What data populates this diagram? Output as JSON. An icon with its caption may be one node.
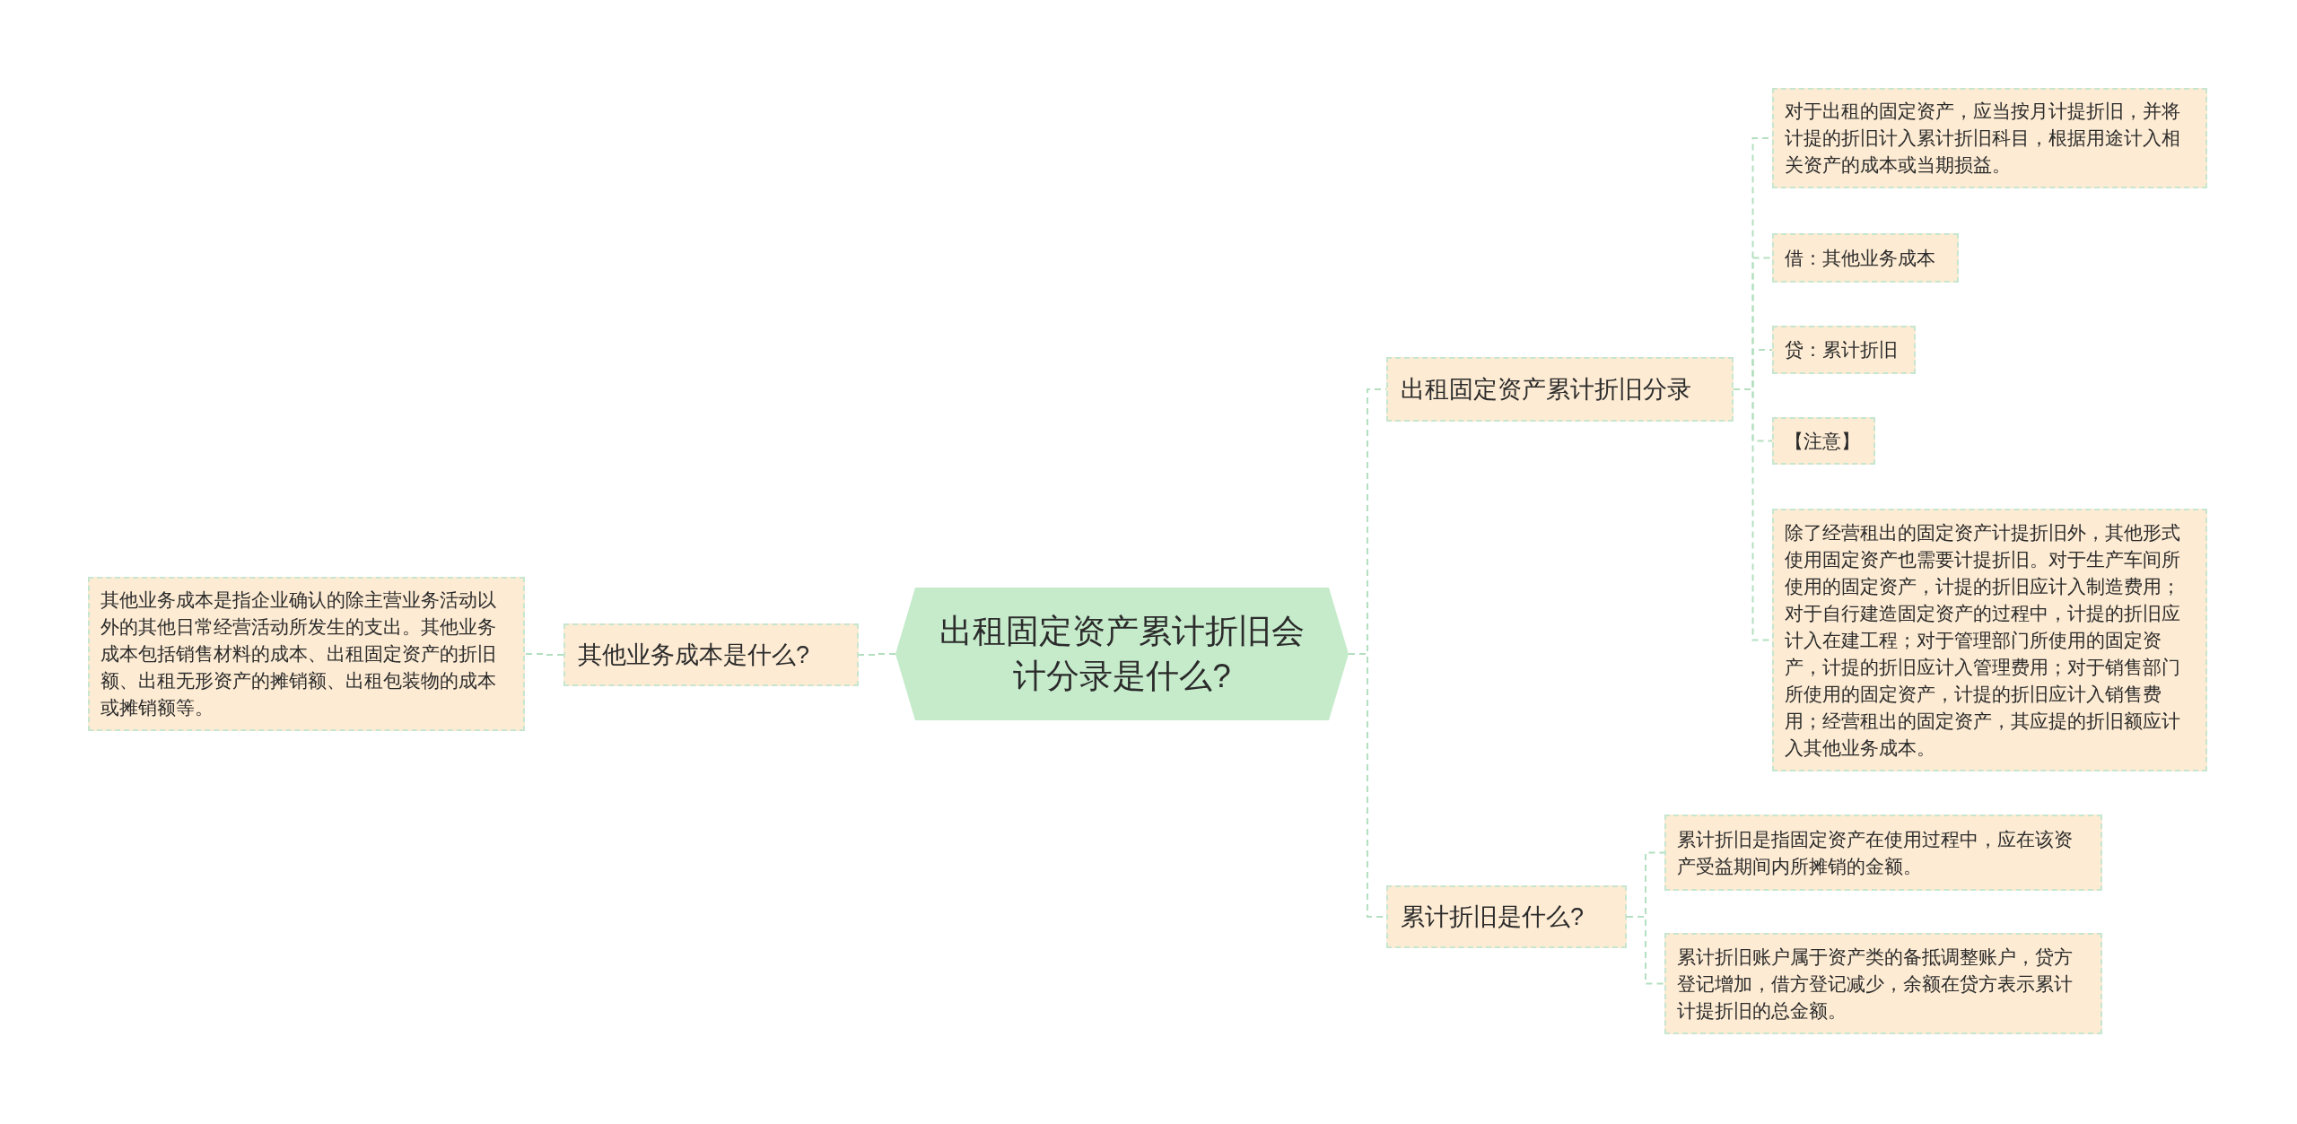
{
  "diagram": {
    "nodes": [
      {
        "text": [
          "出租固定资产累计折旧会计分录是什么?"
        ]
      },
      {
        "text": [
          "其他业务成本是什么?"
        ]
      },
      {
        "text": [
          "其他业务成本是指企业确认的除主营业务活动以外的其他日常经营活动所发生的支出。其他业务成本包括销售材料的成本、出租固定资产的折旧额、出租无形资产的摊销额、出租包装物的成本或摊销额等。"
        ]
      },
      {
        "text": [
          "出租固定资产累计折旧分录"
        ]
      },
      {
        "text": [
          "对于出租的固定资产，应当按月计提折旧，并将计提的折旧计入累计折旧科目，根据用途计入相关资产的成本或当期损益。"
        ]
      },
      {
        "text": [
          "借：其他业务成本"
        ]
      },
      {
        "text": [
          "贷：累计折旧"
        ]
      },
      {
        "text": [
          "【注意】"
        ]
      },
      {
        "text": [
          "除了经营租出的固定资产计提折旧外，其他形式使用固定资产也需要计提折旧。对于生产车间所使用的固定资产，计提的折旧应计入制造费用；对于自行建造固定资产的过程中，计提的折旧应计入在建工程；对于管理部门所使用的固定资产，计提的折旧应计入管理费用；对于销售部门所使用的固定资产，计提的折旧应计入销售费用；经营租出的固定资产，其应提的折旧额应计入其他业务成本。"
        ]
      },
      {
        "text": [
          "累计折旧是什么?"
        ]
      },
      {
        "text": [
          "累计折旧是指固定资产在使用过程中，应在该资产受益期间内所摊销的金额。"
        ]
      },
      {
        "text": [
          "累计折旧账户属于资产类的备抵调整账户，贷方登记增加，借方登记减少，余额在贷方表示累计计提折旧的总金额。"
        ]
      }
    ],
    "edges": [
      {
        "from": 0,
        "to": 1,
        "arrow": "none"
      },
      {
        "from": 1,
        "to": 2,
        "arrow": "none"
      },
      {
        "from": 0,
        "to": 3,
        "arrow": "none"
      },
      {
        "from": 3,
        "to": 4,
        "arrow": "none"
      },
      {
        "from": 3,
        "to": 5,
        "arrow": "none"
      },
      {
        "from": 3,
        "to": 6,
        "arrow": "none"
      },
      {
        "from": 3,
        "to": 7,
        "arrow": "none"
      },
      {
        "from": 3,
        "to": 8,
        "arrow": "none"
      },
      {
        "from": 0,
        "to": 9,
        "arrow": "none"
      },
      {
        "from": 9,
        "to": 10,
        "arrow": "none"
      },
      {
        "from": 9,
        "to": 11,
        "arrow": "none"
      }
    ]
  }
}
